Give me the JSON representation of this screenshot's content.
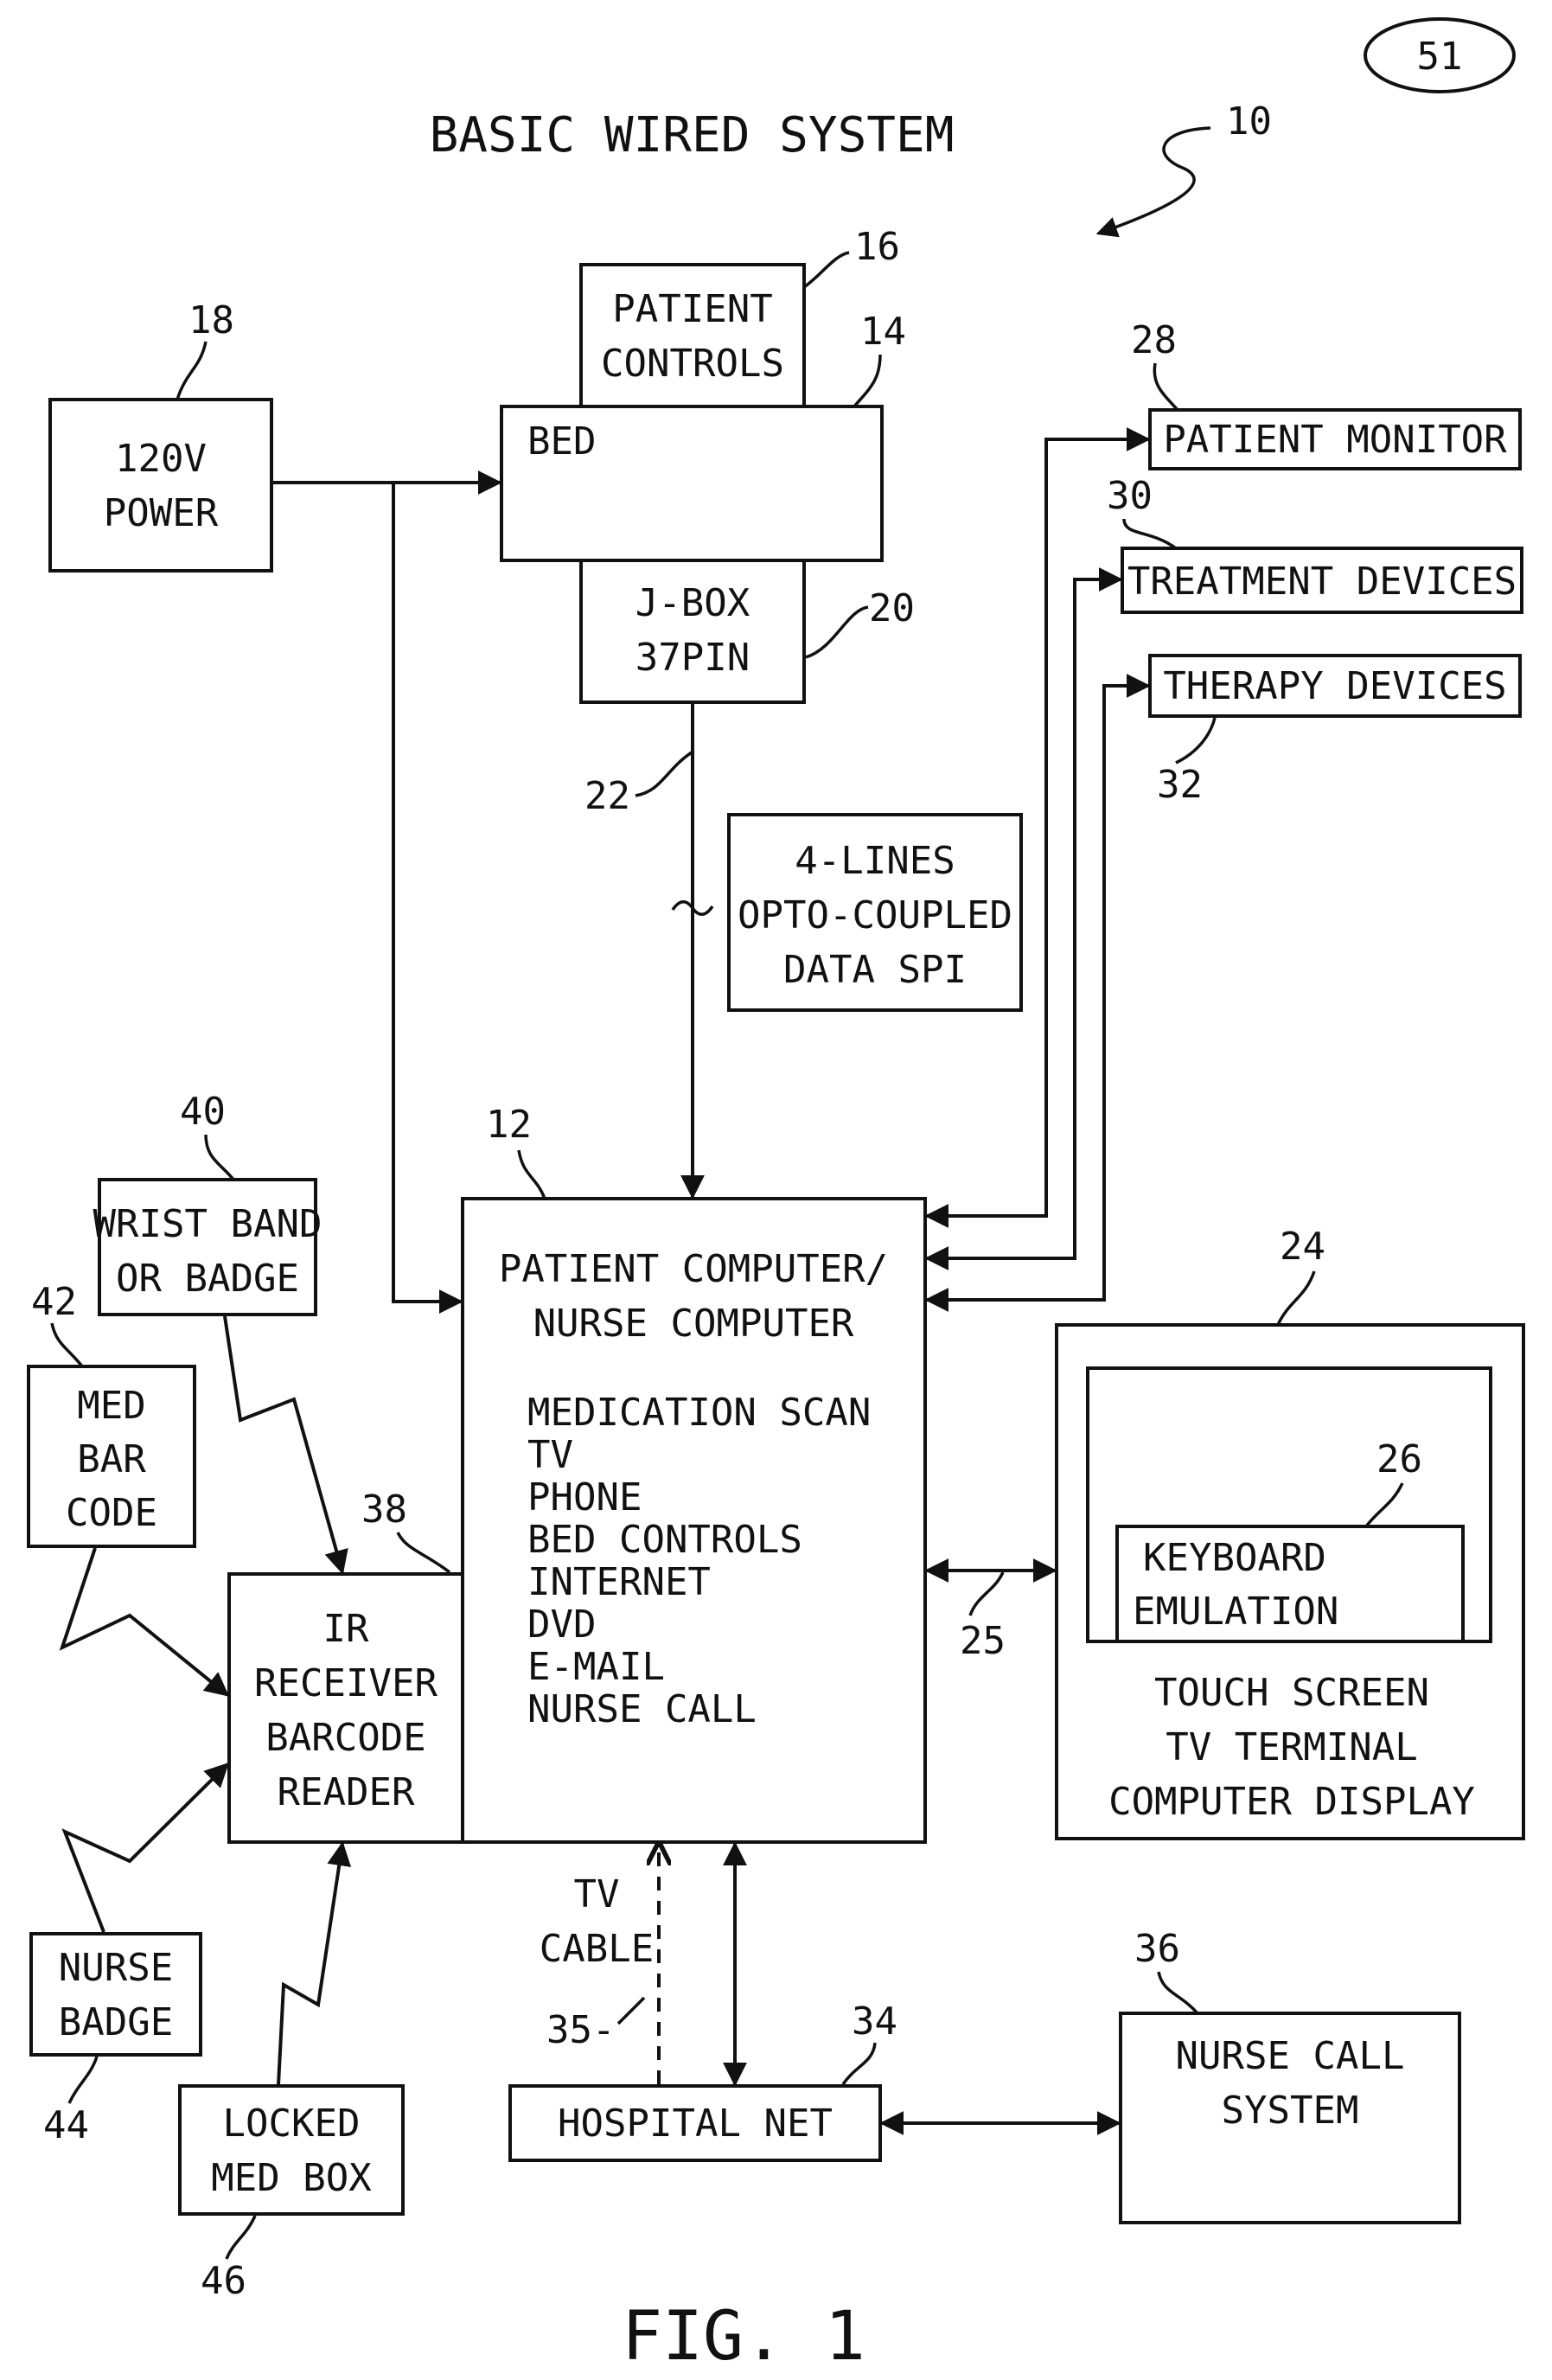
{
  "page_number": "51",
  "title": "BASIC WIRED SYSTEM",
  "figure_label": "FIG. 1",
  "system_ref": "10",
  "boxes": {
    "power": {
      "ref": "18",
      "lines": [
        "120V",
        "POWER"
      ]
    },
    "patient_controls": {
      "ref": "16",
      "lines": [
        "PATIENT",
        "CONTROLS"
      ]
    },
    "bed": {
      "ref": "14",
      "lines": [
        "BED"
      ]
    },
    "jbox": {
      "ref": "20",
      "lines": [
        "J-BOX",
        "37PIN"
      ]
    },
    "opto": {
      "lines": [
        "4-LINES",
        "OPTO-COUPLED",
        "DATA SPI"
      ]
    },
    "patient_monitor": {
      "ref": "28",
      "lines": [
        "PATIENT MONITOR"
      ]
    },
    "treatment_devices": {
      "ref": "30",
      "lines": [
        "TREATMENT DEVICES"
      ]
    },
    "therapy_devices": {
      "ref": "32",
      "lines": [
        "THERAPY DEVICES"
      ]
    },
    "computer": {
      "ref": "12",
      "header": [
        "PATIENT COMPUTER/",
        "NURSE COMPUTER"
      ],
      "items": [
        "MEDICATION SCAN",
        "TV",
        "PHONE",
        "BED CONTROLS",
        "INTERNET",
        "DVD",
        "E-MAIL",
        "NURSE CALL"
      ]
    },
    "wristband": {
      "ref": "40",
      "lines": [
        "WRIST BAND",
        "OR BADGE"
      ]
    },
    "med_barcode": {
      "ref": "42",
      "lines": [
        "MED",
        "BAR",
        "CODE"
      ]
    },
    "ir_receiver": {
      "ref": "38",
      "lines": [
        "IR",
        "RECEIVER",
        "BARCODE",
        "READER"
      ]
    },
    "nurse_badge": {
      "ref": "44",
      "lines": [
        "NURSE",
        "BADGE"
      ]
    },
    "locked_medbox": {
      "ref": "46",
      "lines": [
        "LOCKED",
        "MED BOX"
      ]
    },
    "touch_screen": {
      "ref": "24",
      "lines": [
        "TOUCH SCREEN",
        "TV TERMINAL",
        "COMPUTER DISPLAY"
      ]
    },
    "keyboard": {
      "ref": "26",
      "lines": [
        "KEYBOARD",
        "EMULATION"
      ]
    },
    "hospital_net": {
      "ref": "34",
      "lines": [
        "HOSPITAL NET"
      ]
    },
    "nurse_call": {
      "ref": "36",
      "lines": [
        "NURSE CALL",
        "SYSTEM"
      ]
    }
  },
  "connection_refs": {
    "jbox_link": "22",
    "display_link": "25",
    "tv_cable": "35-"
  },
  "tv_cable_label": [
    "TV",
    "CABLE"
  ],
  "colors": {
    "ink": "#111111",
    "paper": "#ffffff"
  }
}
